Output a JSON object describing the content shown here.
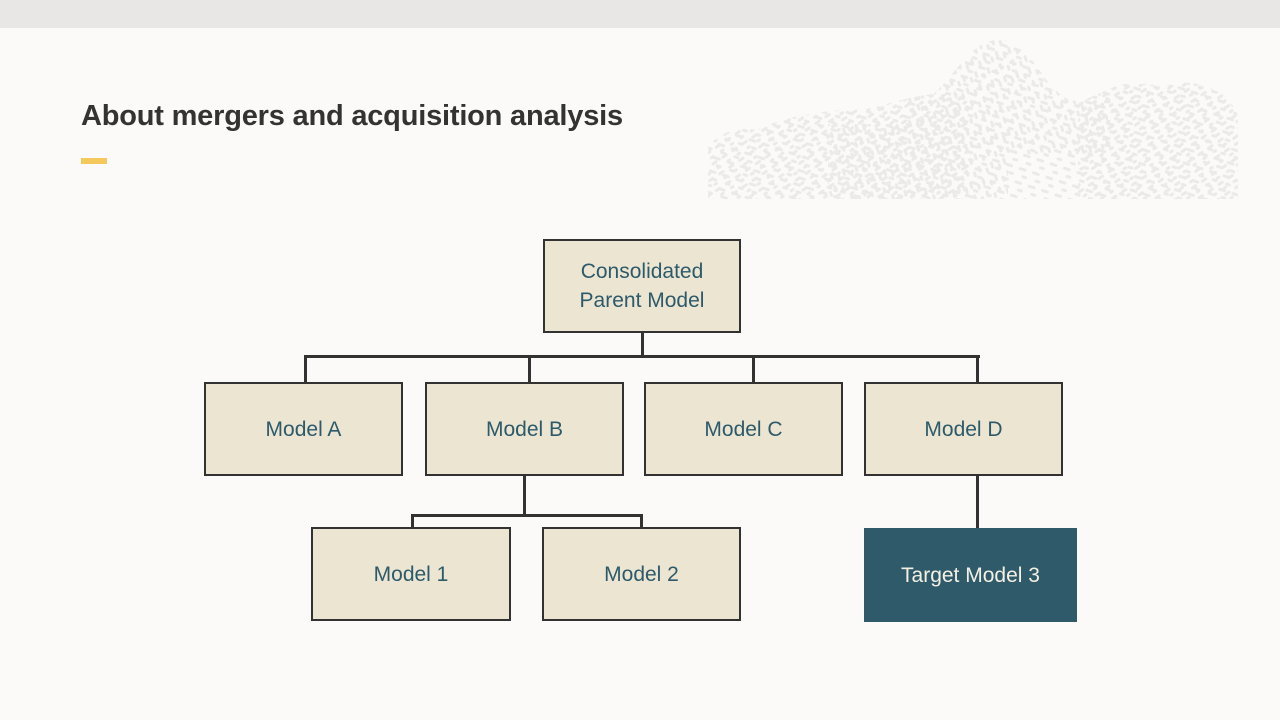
{
  "slide": {
    "title": "About mergers and acquisition analysis",
    "background_color": "#fbfaf8",
    "topbar_color": "#e8e7e5",
    "accent_color": "#f5c85c",
    "title_color": "#333333"
  },
  "decoration": {
    "name": "hatched-hill-texture",
    "color": "#ebeaea"
  },
  "chart_data": {
    "type": "diagram",
    "subtype": "org-chart",
    "title": "About mergers and acquisition analysis",
    "node_fill": "#ece5d1",
    "node_border": "#323232",
    "node_text": "#2d5a6b",
    "highlight_fill": "#2f5a6a",
    "highlight_text": "#f4f0e4",
    "connector_color": "#323232",
    "nodes": [
      {
        "id": "root",
        "label": "Consolidated\nParent Model",
        "line1": "Consolidated",
        "line2": "Parent Model",
        "level": 0,
        "highlight": false
      },
      {
        "id": "model_a",
        "label": "Model A",
        "level": 1,
        "highlight": false
      },
      {
        "id": "model_b",
        "label": "Model B",
        "level": 1,
        "highlight": false
      },
      {
        "id": "model_c",
        "label": "Model C",
        "level": 1,
        "highlight": false
      },
      {
        "id": "model_d",
        "label": "Model D",
        "level": 1,
        "highlight": false
      },
      {
        "id": "model_1",
        "label": "Model 1",
        "level": 2,
        "highlight": false
      },
      {
        "id": "model_2",
        "label": "Model 2",
        "level": 2,
        "highlight": false
      },
      {
        "id": "target_3",
        "label": "Target Model 3",
        "level": 2,
        "highlight": true
      }
    ],
    "edges": [
      {
        "from": "root",
        "to": "model_a"
      },
      {
        "from": "root",
        "to": "model_b"
      },
      {
        "from": "root",
        "to": "model_c"
      },
      {
        "from": "root",
        "to": "model_d"
      },
      {
        "from": "model_b",
        "to": "model_1"
      },
      {
        "from": "model_b",
        "to": "model_2"
      },
      {
        "from": "model_d",
        "to": "target_3"
      }
    ]
  }
}
